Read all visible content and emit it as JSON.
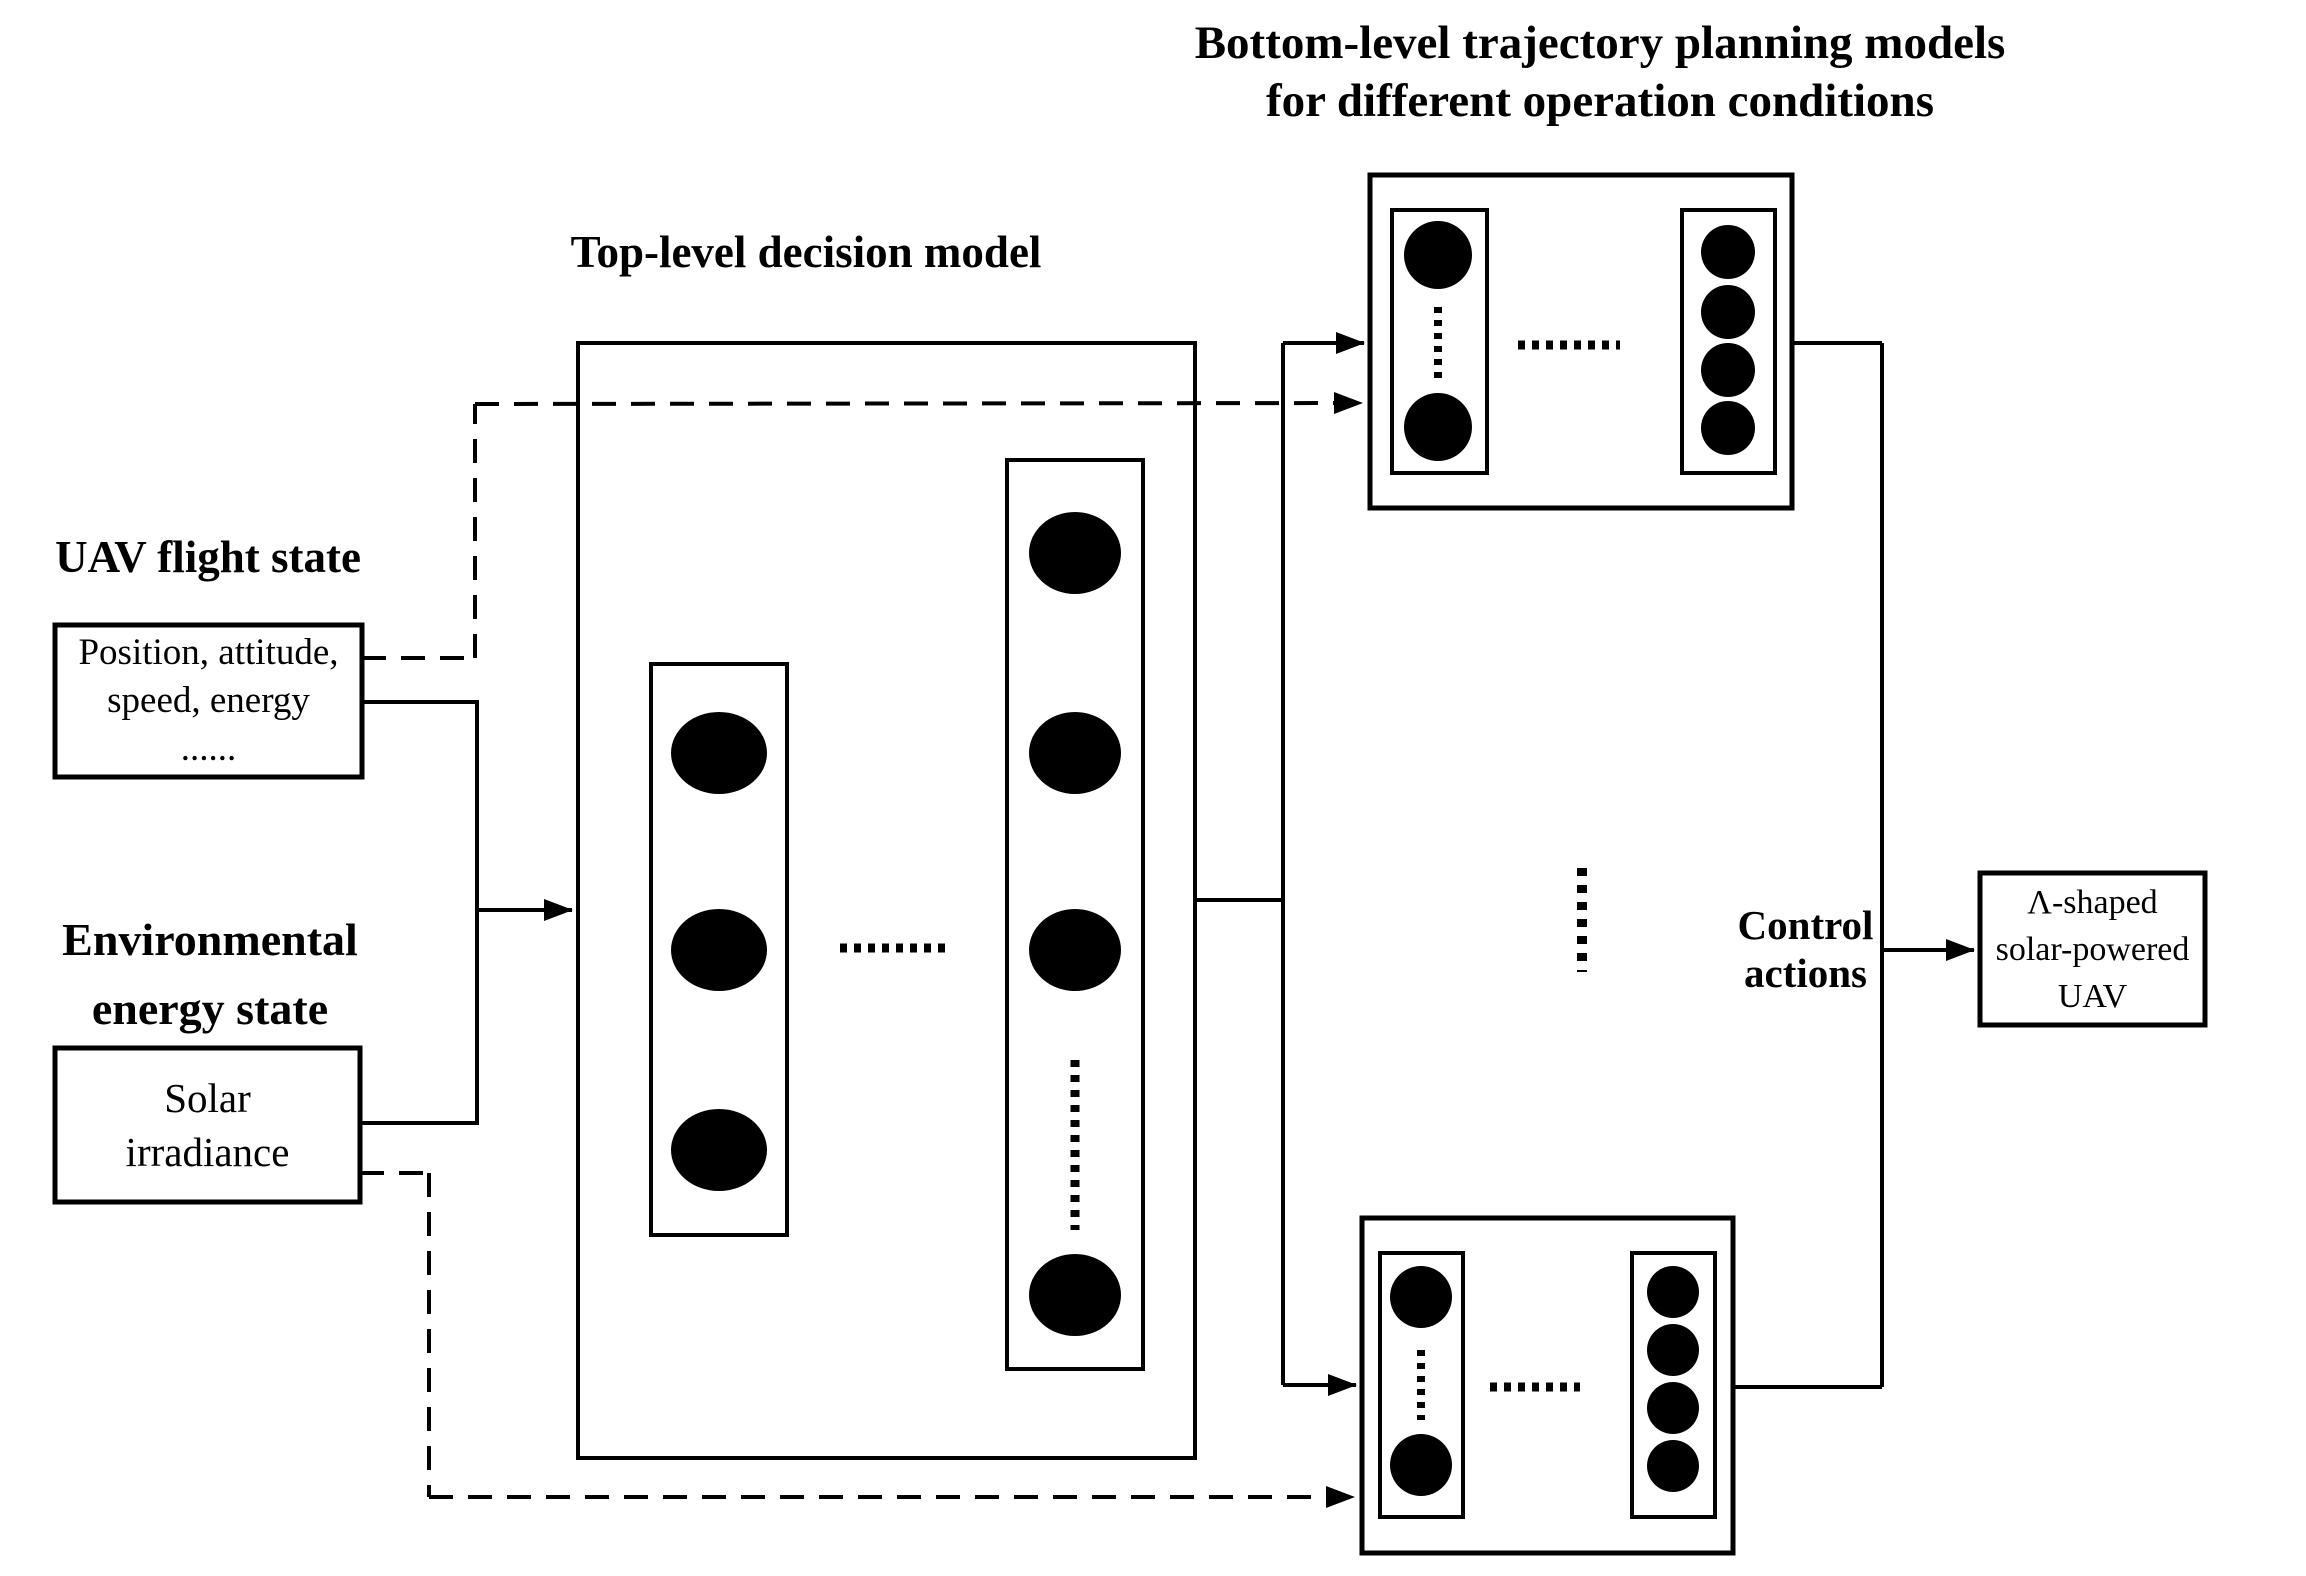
{
  "figure": {
    "title": "Bottom-level trajectory planning models\nfor different operation conditions",
    "top_level_label": "Top-level decision model",
    "uav_state_label": "UAV flight state",
    "uav_state_box_text": "Position, attitude,\nspeed, energy\n......",
    "env_state_label": "Environmental\nenergy state",
    "solar_box_text": "Solar\nirradiance",
    "control_label": "Control\nactions",
    "uav_output_box_text": "Λ-shaped\nsolar-powered\nUAV"
  },
  "colors": {
    "ink": "#000000",
    "background": "#ffffff"
  },
  "structure": {
    "inputs": [
      "UAV flight state",
      "Environmental energy state"
    ],
    "top_level_model": {
      "layer1_nodes_shown": 3,
      "layer2_nodes_shown": 4,
      "hidden_layers_ellipsis": true
    },
    "bottom_level_models_shown": 2,
    "more_models_ellipsis": true,
    "bottom_model": {
      "input_nodes_shown": 2,
      "output_nodes_shown": 4,
      "hidden_layers_ellipsis": true
    },
    "output": "Control actions to Λ-shaped solar-powered UAV",
    "line_semantics": {
      "solid": "state input / model output flow",
      "dashed": "state passed directly to bottom-level models"
    }
  }
}
